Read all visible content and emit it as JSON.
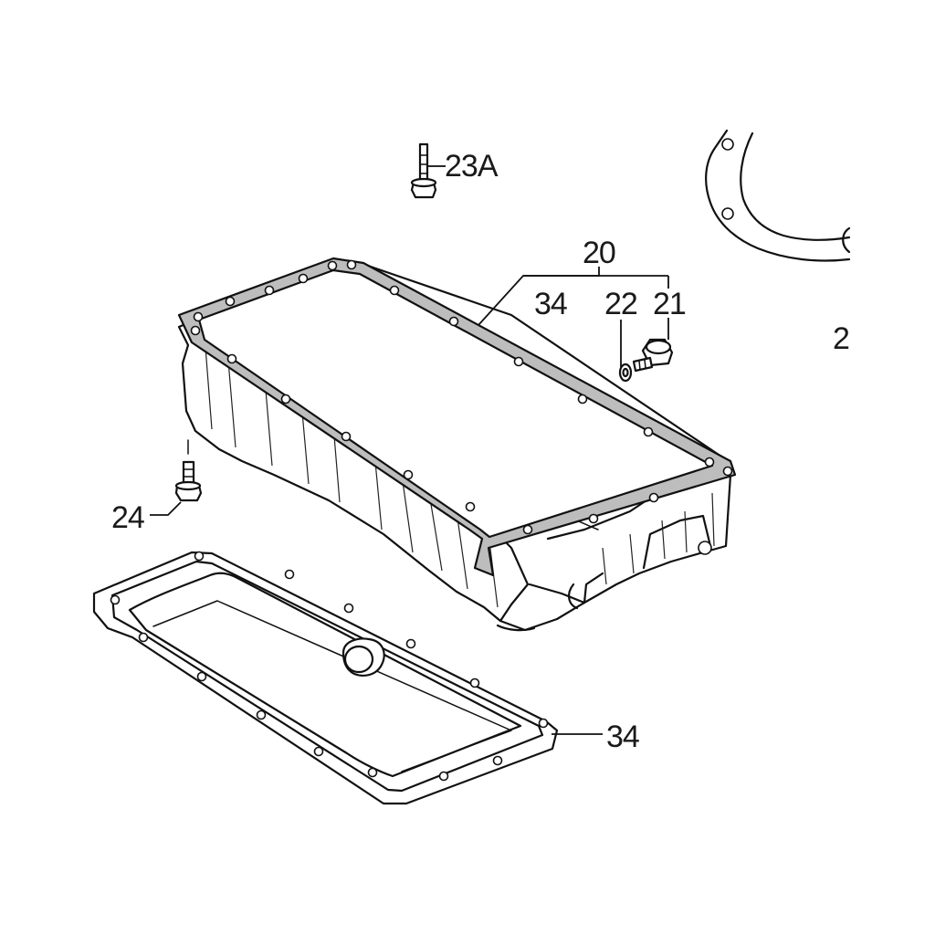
{
  "callouts": {
    "c23a": "23A",
    "c20": "20",
    "c34_top": "34",
    "c22": "22",
    "c21": "21",
    "c24": "24",
    "c34_bottom": "34",
    "c_edge": "2"
  }
}
